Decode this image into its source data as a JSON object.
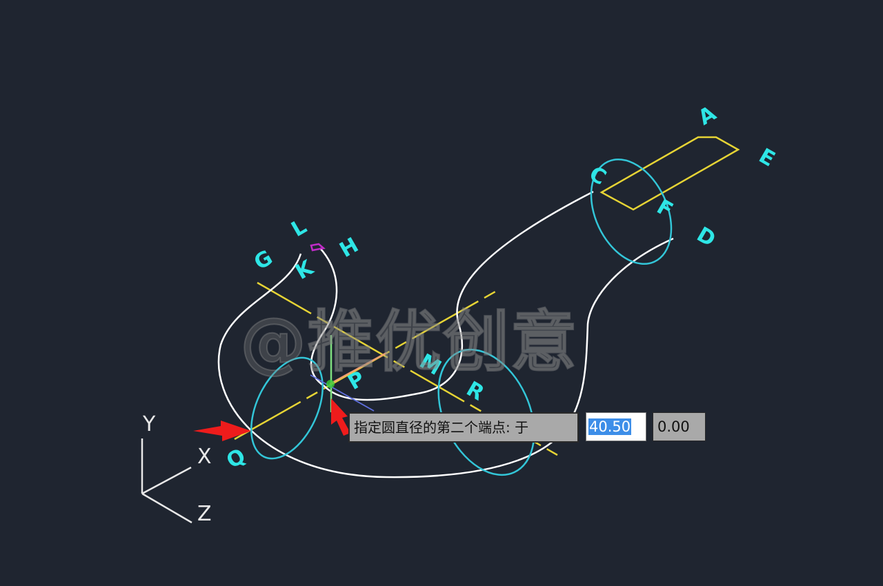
{
  "app": {
    "type": "CAD isometric drawing viewport"
  },
  "colors": {
    "background": "#1f2530",
    "curve": "#ffffff",
    "ellipse": "#33c6d8",
    "centerline": "#e6d435",
    "label": "#2ee6e6",
    "arrow": "#ee1c1c",
    "grip": "#c02cc8",
    "cursor_y": "#7fe07f",
    "cursor_x": "#f0a070",
    "cursor_z": "#6070e0"
  },
  "point_labels": [
    "A",
    "E",
    "C",
    "F",
    "D",
    "L",
    "H",
    "G",
    "K",
    "M",
    "P",
    "R",
    "Q"
  ],
  "ucs_icon": {
    "x_label": "X",
    "y_label": "Y",
    "z_label": "Z"
  },
  "watermark": "@推优创意",
  "command_prompt": {
    "text": "指定圆直径的第二个端点: 于",
    "input_value": "40.50",
    "input_value_2": "0.00"
  }
}
